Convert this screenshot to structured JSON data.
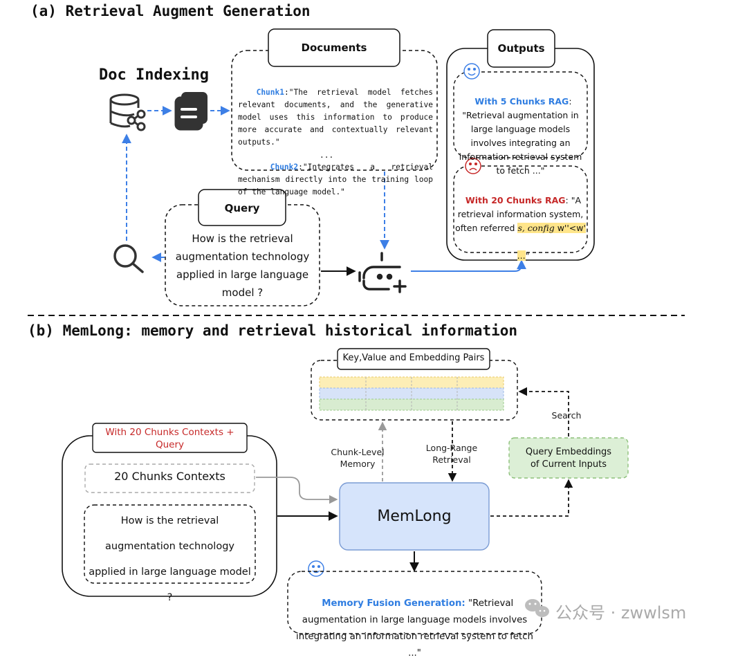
{
  "section_a": {
    "title": "(a) Retrieval Augment Generation",
    "doc_indexing": "Doc Indexing",
    "documents": {
      "title": "Documents",
      "chunk1_label": "Chunk1",
      "chunk1_text": ":\"The retrieval model fetches relevant documents, and the generative model uses this information to produce more accurate and contextually relevant outputs.\"",
      "chunk2_label": "Chunk2",
      "chunk2_text": ":\"Integrates a retrieval mechanism directly into the training loop of the language model.\"",
      "ellipsis": "..."
    },
    "query": {
      "title": "Query",
      "text": "How is the retrieval augmentation technology applied in large language model ?"
    },
    "outputs": {
      "title": "Outputs",
      "good_label": "With 5 Chunks RAG",
      "good_text": ": \"Retrieval augmentation in large language models involves integrating an information retrieval system to fetch ...\"",
      "bad_label": "With 20 Chunks RAG",
      "bad_text_1": ": \"A retrieval information system, often referred ",
      "bad_garbled_math": "s, config",
      "bad_garbled_tail": " w''<w'",
      "bad_end": "...",
      "bad_quote": "\""
    }
  },
  "section_b": {
    "title": "(b) MemLong: memory and retrieval historical information",
    "kv_title": "Key,Value and Embedding Pairs",
    "input_title": "With 20 Chunks Contexts + Query",
    "contexts": "20 Chunks Contexts",
    "query_text": "How is the retrieval augmentation technology applied in large language model ?",
    "chunk_memory": "Chunk-Level Memory",
    "long_range": "Long-Range Retrieval",
    "search": "Search",
    "query_emb": "Query Embeddings of Current Inputs",
    "model": "MemLong",
    "fusion_label": "Memory Fusion Generation:",
    "fusion_text": " \"Retrieval augmentation in large language models involves integrating an information retrieval system to fetch ...\""
  },
  "watermark": "公众号 · zwwlsm",
  "colors": {
    "blue_arrow": "#3d7fe6",
    "blue_text": "#2f7de1",
    "red_text": "#c62828",
    "memlong_fill": "#d6e4fb",
    "query_emb_fill": "#dcefd6",
    "row_yellow": "#fdeeb6",
    "row_blue": "#d7e3f8",
    "row_green": "#d8ecd0"
  },
  "icons": [
    "database-share-icon",
    "documents-stack-icon",
    "search-icon",
    "robot-add-icon",
    "smile-icon",
    "frown-icon",
    "wechat-icon"
  ]
}
